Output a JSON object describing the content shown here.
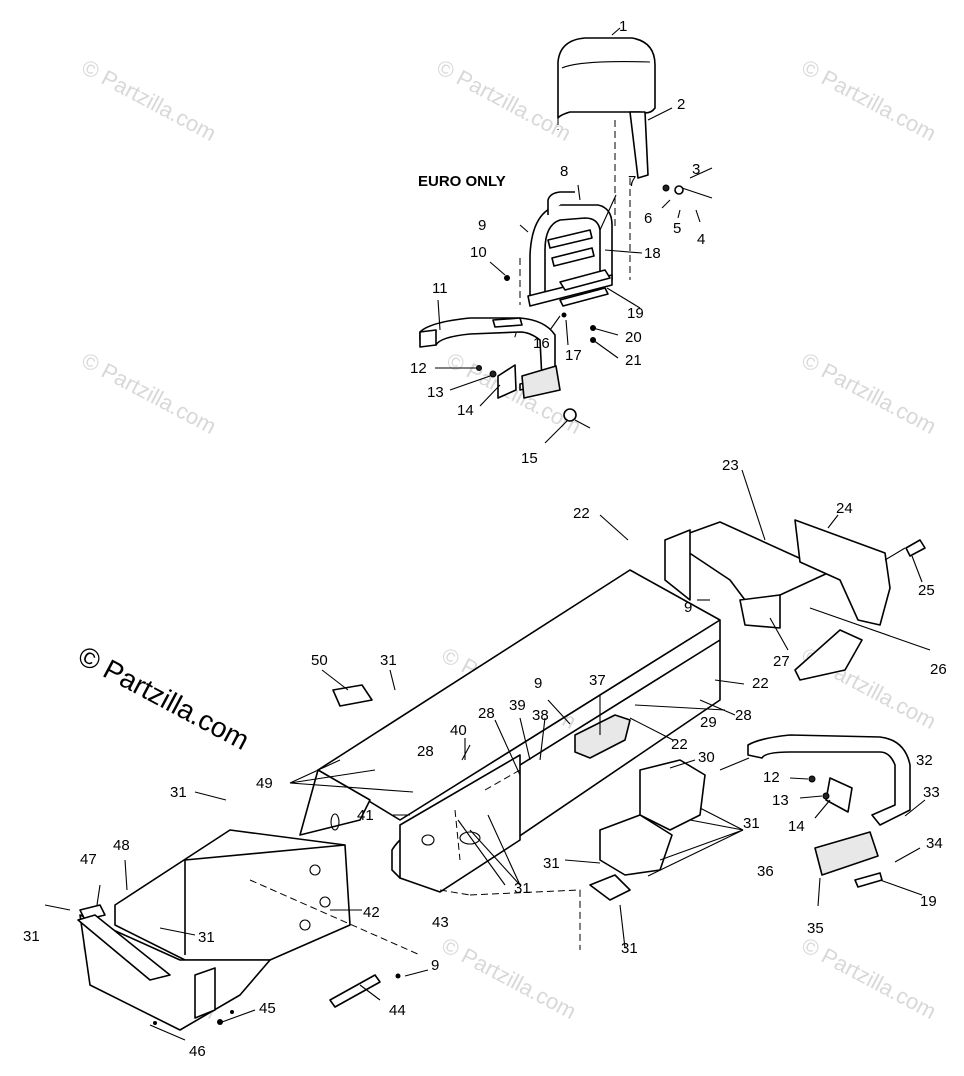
{
  "diagram": {
    "heading": "EURO ONLY",
    "watermark": "© Partzilla.com",
    "watermark_main": "© Partzilla.com",
    "callouts": {
      "c1": "1",
      "c2": "2",
      "c3": "3",
      "c4": "4",
      "c5": "5",
      "c6": "6",
      "c7": "7",
      "c8": "8",
      "c9a": "9",
      "c10": "10",
      "c11": "11",
      "c12a": "12",
      "c13a": "13",
      "c14a": "14",
      "c15": "15",
      "c16": "16",
      "c17": "17",
      "c18": "18",
      "c19a": "19",
      "c20": "20",
      "c21": "21",
      "c22a": "22",
      "c22b": "22",
      "c22c": "22",
      "c23": "23",
      "c24": "24",
      "c25": "25",
      "c26": "26",
      "c27": "27",
      "c28a": "28",
      "c28b": "28",
      "c28c": "28",
      "c29": "29",
      "c30": "30",
      "c31a": "31",
      "c31b": "31",
      "c31c": "31",
      "c31d": "31",
      "c31e": "31",
      "c31f": "31",
      "c31g": "31",
      "c31h": "31",
      "c32": "32",
      "c33": "33",
      "c34": "34",
      "c35": "35",
      "c36": "36",
      "c37": "37",
      "c38": "38",
      "c39": "39",
      "c40": "40",
      "c41": "41",
      "c42": "42",
      "c43": "43",
      "c44": "44",
      "c45": "45",
      "c46": "46",
      "c47": "47",
      "c48": "48",
      "c49": "49",
      "c50": "50",
      "c9b": "9",
      "c9c": "9",
      "c9d": "9",
      "c12b": "12",
      "c13b": "13",
      "c14b": "14",
      "c19b": "19"
    }
  }
}
